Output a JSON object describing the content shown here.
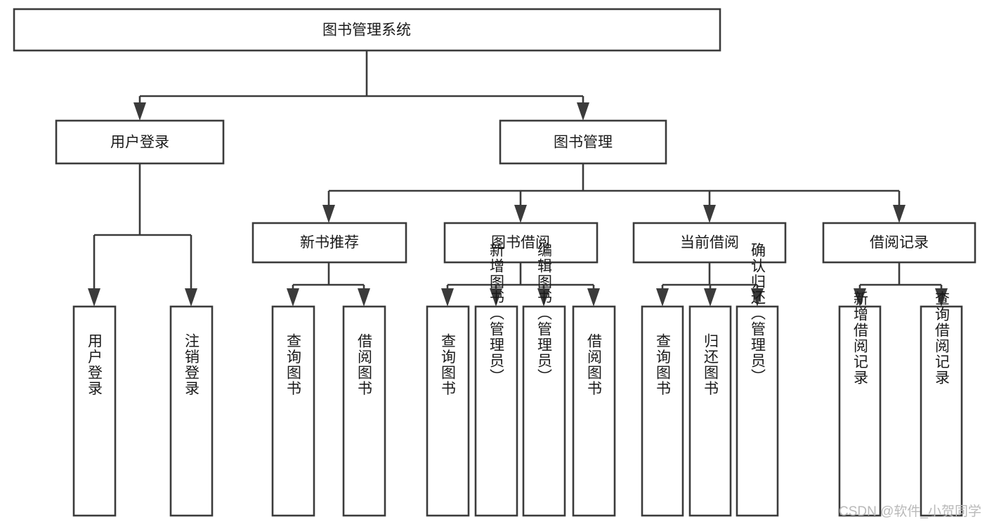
{
  "diagram": {
    "type": "tree-hierarchy",
    "title": "图书管理系统",
    "watermark": "CSDN @软件_小贺同学",
    "colors": {
      "stroke": "#3b3b3b",
      "box_fill": "#ffffff",
      "text": "#1a1a1a",
      "background": "#ffffff",
      "watermark": "#b9b9b9"
    },
    "levels": {
      "root": "图书管理系统",
      "level2": [
        "用户登录",
        "图书管理"
      ],
      "level3": [
        "新书推荐",
        "图书借阅",
        "当前借阅",
        "借阅记录"
      ]
    },
    "nodes": {
      "root": {
        "label": "图书管理系统"
      },
      "user_login": {
        "label": "用户登录"
      },
      "book_manage": {
        "label": "图书管理"
      },
      "new_book_rec": {
        "label": "新书推荐"
      },
      "book_borrow": {
        "label": "图书借阅"
      },
      "current_borrow": {
        "label": "当前借阅"
      },
      "borrow_record": {
        "label": "借阅记录"
      }
    },
    "leaves": {
      "user_login": [
        {
          "label": "用户登录"
        },
        {
          "label": "注销登录"
        }
      ],
      "new_book_rec": [
        {
          "label": "查询图书"
        },
        {
          "label": "借阅图书"
        }
      ],
      "book_borrow": [
        {
          "label": "查询图书"
        },
        {
          "label": "新增图书（管理员）"
        },
        {
          "label": "编辑图书（管理员）"
        },
        {
          "label": "借阅图书"
        }
      ],
      "current_borrow": [
        {
          "label": "查询图书"
        },
        {
          "label": "归还图书"
        },
        {
          "label": "确认归还（管理员）"
        }
      ],
      "borrow_record": [
        {
          "label": "新增借阅记录"
        },
        {
          "label": "查询借阅记录"
        }
      ]
    }
  }
}
